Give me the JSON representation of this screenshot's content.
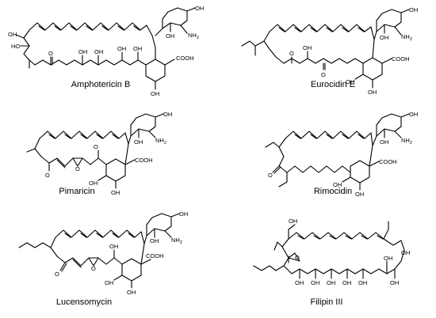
{
  "figure": {
    "panels": [
      {
        "name": "Amphotericin B"
      },
      {
        "name": "Eurocidin E"
      },
      {
        "name": "Pimaricin"
      },
      {
        "name": "Rimocidin"
      },
      {
        "name": "Lucensomycin"
      },
      {
        "name": "Filipin III"
      }
    ]
  },
  "labels": {
    "oh": "OH",
    "nh2": "NH",
    "nh2_sub": "2",
    "cooh": "COOH",
    "o": "O",
    "ho": "HO"
  }
}
